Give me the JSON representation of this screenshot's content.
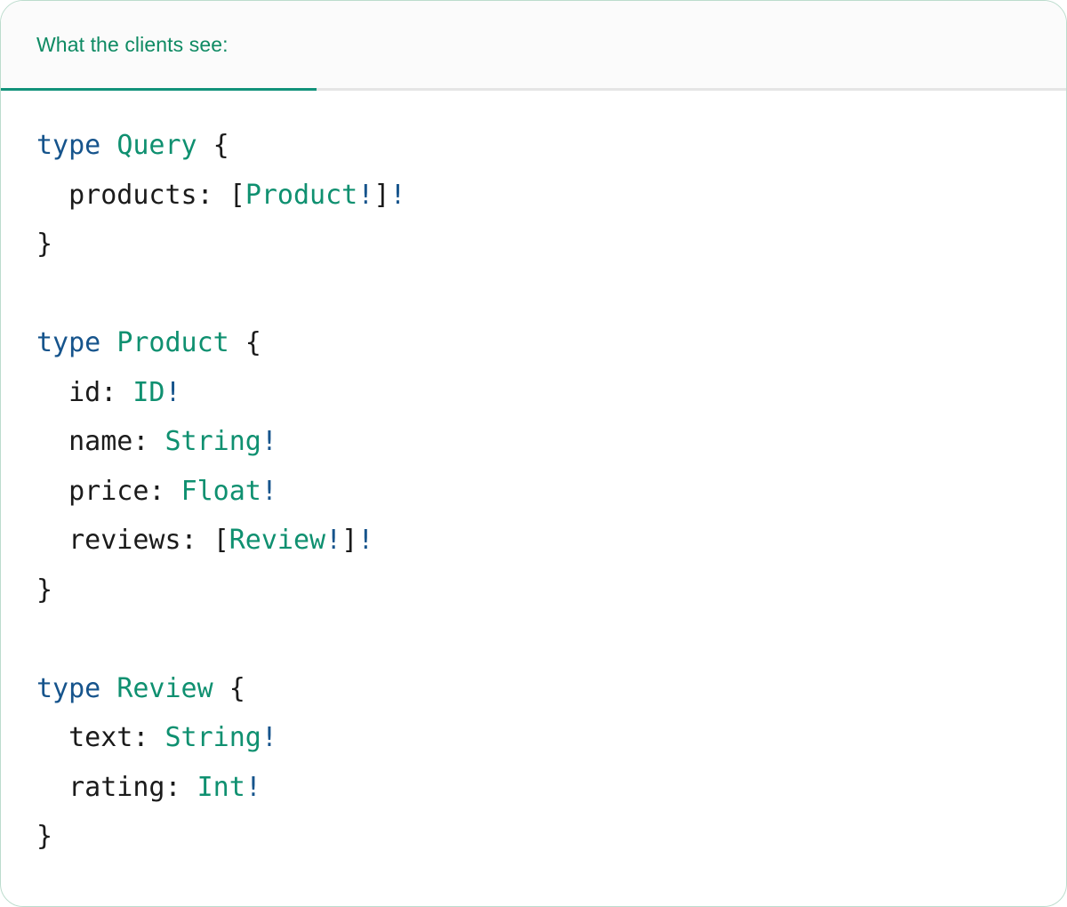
{
  "colors": {
    "keyword_blue": "#16548c",
    "type_green": "#0f9070",
    "tab_text_green": "#0e8a63",
    "tab_underline": "#11927a",
    "punctuation": "#1b1b1b",
    "card_border": "#bcdccd",
    "tabstrip_bg": "#fbfbfb",
    "divider": "#e5e5e5"
  },
  "tabs": [
    {
      "label": "What the clients see:",
      "active": true
    }
  ],
  "code": {
    "language": "graphql",
    "text": "type Query {\n  products: [Product!]!\n}\n\ntype Product {\n  id: ID!\n  name: String!\n  price: Float!\n  reviews: [Review!]!\n}\n\ntype Review {\n  text: String!\n  rating: Int!\n}",
    "lines": [
      {
        "tokens": [
          {
            "t": "type",
            "c": "kw"
          },
          {
            "t": " ",
            "c": "punct"
          },
          {
            "t": "Query",
            "c": "type"
          },
          {
            "t": " {",
            "c": "punct"
          }
        ]
      },
      {
        "tokens": [
          {
            "t": "  products: ",
            "c": "field"
          },
          {
            "t": "[",
            "c": "punct"
          },
          {
            "t": "Product",
            "c": "type"
          },
          {
            "t": "!",
            "c": "bang"
          },
          {
            "t": "]",
            "c": "punct"
          },
          {
            "t": "!",
            "c": "bang"
          }
        ]
      },
      {
        "tokens": [
          {
            "t": "}",
            "c": "punct"
          }
        ]
      },
      {
        "tokens": []
      },
      {
        "tokens": [
          {
            "t": "type",
            "c": "kw"
          },
          {
            "t": " ",
            "c": "punct"
          },
          {
            "t": "Product",
            "c": "type"
          },
          {
            "t": " {",
            "c": "punct"
          }
        ]
      },
      {
        "tokens": [
          {
            "t": "  id: ",
            "c": "field"
          },
          {
            "t": "ID",
            "c": "type"
          },
          {
            "t": "!",
            "c": "bang"
          }
        ]
      },
      {
        "tokens": [
          {
            "t": "  name: ",
            "c": "field"
          },
          {
            "t": "String",
            "c": "type"
          },
          {
            "t": "!",
            "c": "bang"
          }
        ]
      },
      {
        "tokens": [
          {
            "t": "  price: ",
            "c": "field"
          },
          {
            "t": "Float",
            "c": "type"
          },
          {
            "t": "!",
            "c": "bang"
          }
        ]
      },
      {
        "tokens": [
          {
            "t": "  reviews: ",
            "c": "field"
          },
          {
            "t": "[",
            "c": "punct"
          },
          {
            "t": "Review",
            "c": "type"
          },
          {
            "t": "!",
            "c": "bang"
          },
          {
            "t": "]",
            "c": "punct"
          },
          {
            "t": "!",
            "c": "bang"
          }
        ]
      },
      {
        "tokens": [
          {
            "t": "}",
            "c": "punct"
          }
        ]
      },
      {
        "tokens": []
      },
      {
        "tokens": [
          {
            "t": "type",
            "c": "kw"
          },
          {
            "t": " ",
            "c": "punct"
          },
          {
            "t": "Review",
            "c": "type"
          },
          {
            "t": " {",
            "c": "punct"
          }
        ]
      },
      {
        "tokens": [
          {
            "t": "  text: ",
            "c": "field"
          },
          {
            "t": "String",
            "c": "type"
          },
          {
            "t": "!",
            "c": "bang"
          }
        ]
      },
      {
        "tokens": [
          {
            "t": "  rating: ",
            "c": "field"
          },
          {
            "t": "Int",
            "c": "type"
          },
          {
            "t": "!",
            "c": "bang"
          }
        ]
      },
      {
        "tokens": [
          {
            "t": "}",
            "c": "punct"
          }
        ]
      }
    ]
  }
}
